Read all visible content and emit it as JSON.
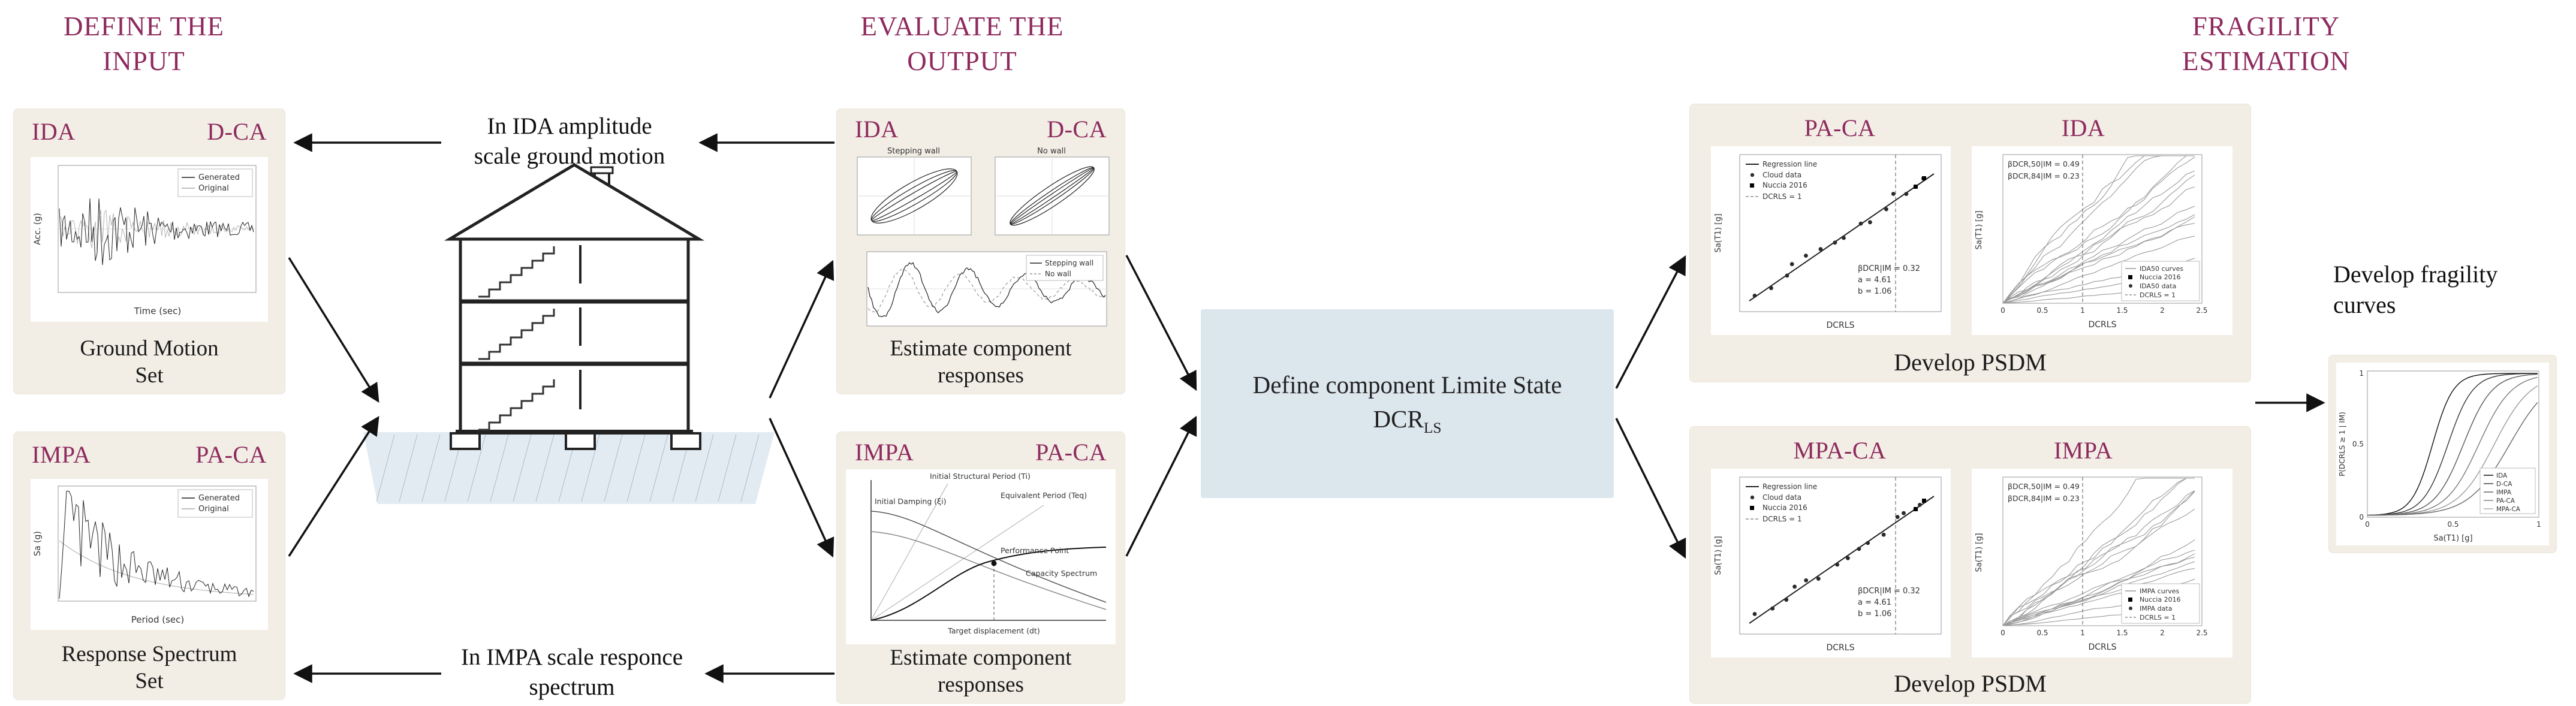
{
  "colors": {
    "accent": "#8e2a5e",
    "panel_bg": "#f2eee5",
    "highlight_bg": "#dce6ed"
  },
  "headers": {
    "define": "DEFINE THE\nINPUT",
    "evaluate": "EVALUATE THE\nOUTPUT",
    "fragility": "FRAGILITY\nESTIMATION"
  },
  "notes": {
    "ida": "In IDA amplitude\nscale ground motion",
    "impa": "In IMPA scale responce\nspectrum",
    "develop_fragility": "Develop fragility\ncurves"
  },
  "limit_state_box": {
    "line1": "Define component Limite State",
    "dcr": "DCR",
    "subscript": "LS"
  },
  "input_ida": {
    "tag_left": "IDA",
    "tag_right": "D-CA",
    "caption": "Ground Motion\nSet",
    "legend": [
      "Generated",
      "Original"
    ],
    "xlabel": "Time (sec)",
    "ylabel": "Acc. (g)"
  },
  "input_impa": {
    "tag_left": "IMPA",
    "tag_right": "PA-CA",
    "caption": "Response Spectrum\nSet",
    "legend": [
      "Generated",
      "Original"
    ],
    "xlabel": "Period (sec)",
    "ylabel": "Sa (g)"
  },
  "output_ida": {
    "tag_left": "IDA",
    "tag_right": "D-CA",
    "caption": "Estimate component\nresponses",
    "hysteresis_titles": [
      "Stepping wall",
      "No wall"
    ],
    "ts_legend": [
      "Stepping wall",
      "No wall"
    ]
  },
  "output_impa": {
    "tag_left": "IMPA",
    "tag_right": "PA-CA",
    "caption": "Estimate component\nresponses",
    "labels": {
      "initial_damping": "Initial Damping (ξi)",
      "initial_period": "Initial Structural Period (Ti)",
      "equivalent_period": "Equivalent Period (Teq)",
      "performance_point": "Performance Point",
      "capacity_spectrum": "Capacity Spectrum",
      "target_displacement": "Target displacement (dt)"
    }
  },
  "psdm_top": {
    "tag_left": "PA-CA",
    "tag_right": "IDA",
    "caption": "Develop PSDM",
    "scatter": {
      "legend": [
        "Regression line",
        "Cloud data",
        "Nuccia 2016",
        "DCRLS = 1"
      ],
      "beta": "βDCR|IM = 0.32",
      "a": "a = 4.61",
      "b": "b = 1.06",
      "xlabel": "DCRLS",
      "ylabel": "Sa(T1) [g]"
    },
    "fan": {
      "annotations": [
        "βDCR,50|IM = 0.49",
        "βDCR,84|IM = 0.23"
      ],
      "legend": [
        "IDA50 curves",
        "Nuccia 2016",
        "IDA50 data",
        "DCRLS = 1"
      ],
      "xticks": [
        "0",
        "0.5",
        "1",
        "1.5",
        "2",
        "2.5"
      ],
      "xlabel": "DCRLS",
      "ylabel": "Sa(T1) [g]"
    }
  },
  "psdm_bottom": {
    "tag_left": "MPA-CA",
    "tag_right": "IMPA",
    "caption": "Develop PSDM",
    "scatter": {
      "legend": [
        "Regression line",
        "Cloud data",
        "Nuccia 2016",
        "DCRLS = 1"
      ],
      "beta": "βDCR|IM = 0.32",
      "a": "a = 4.61",
      "b": "b = 1.06",
      "xlabel": "DCRLS",
      "ylabel": "Sa(T1) [g]"
    },
    "fan": {
      "annotations": [
        "βDCR,50|IM = 0.49",
        "βDCR,84|IM = 0.23"
      ],
      "legend": [
        "IMPA curves",
        "Nuccia 2016",
        "IMPA data",
        "DCRLS = 1"
      ],
      "xticks": [
        "0",
        "0.5",
        "1",
        "1.5",
        "2",
        "2.5"
      ],
      "xlabel": "DCRLS",
      "ylabel": "Sa(T1) [g]"
    }
  },
  "fragility_plot": {
    "legend": [
      "IDA",
      "D-CA",
      "IMPA",
      "PA-CA",
      "MPA-CA"
    ],
    "xlabel": "Sa(T1) [g]",
    "ylabel": "P(DCRLS ≥ 1 | IM)",
    "xticks": [
      "0",
      "0.5",
      "1"
    ],
    "yticks": [
      "0",
      "0.5",
      "1"
    ]
  }
}
